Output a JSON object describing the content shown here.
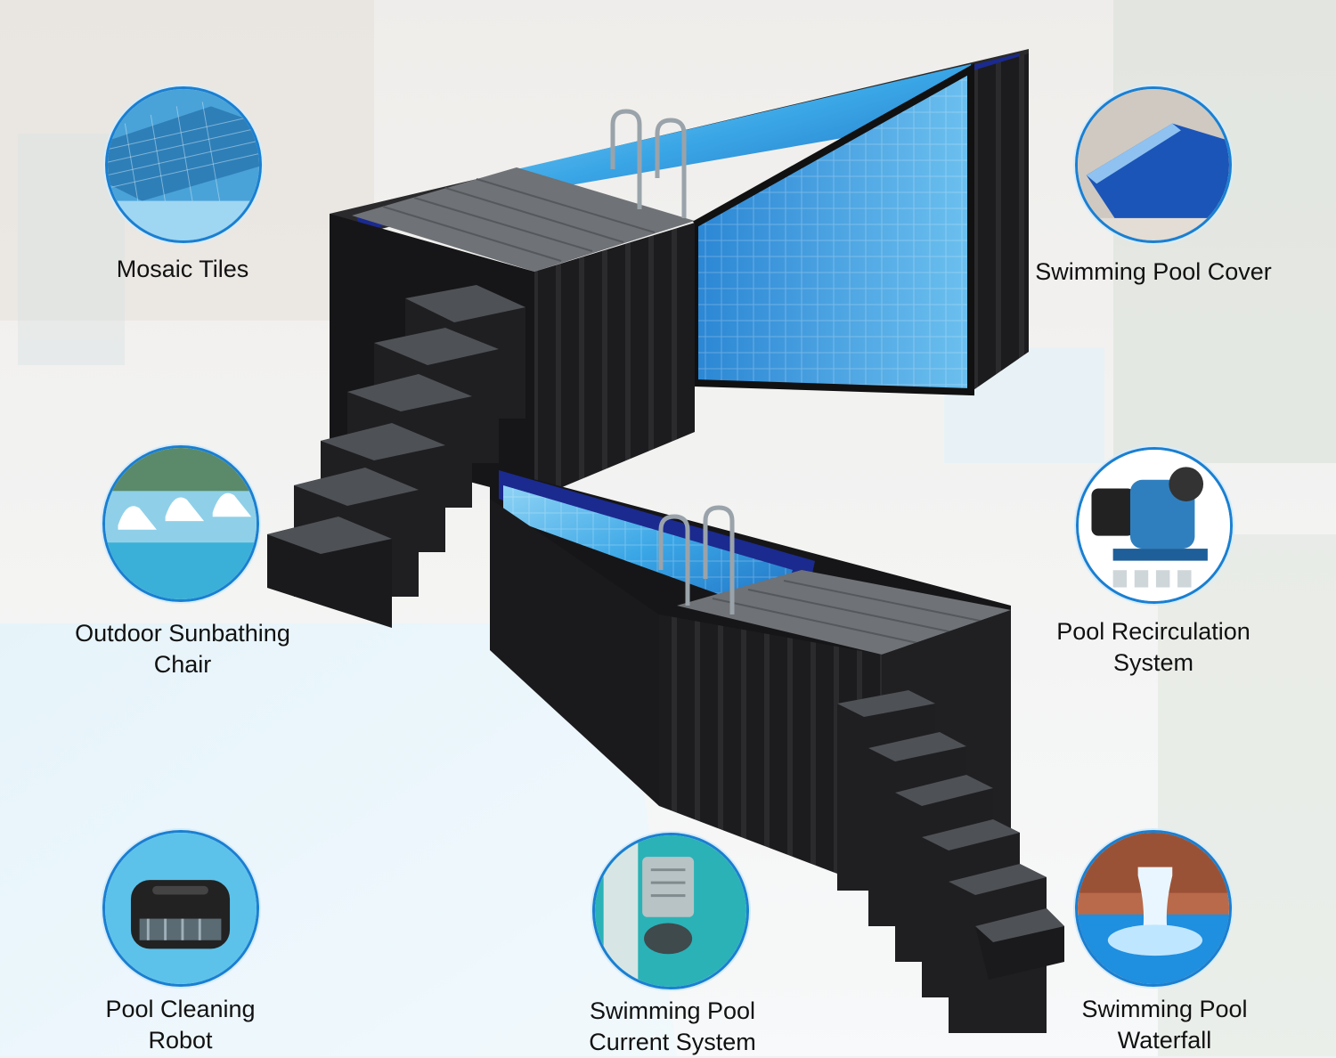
{
  "features": [
    {
      "id": "mosaic",
      "lines": [
        "Mosaic Tiles"
      ],
      "icon": "mosaic-tiles-icon"
    },
    {
      "id": "cover",
      "lines": [
        "Swimming Pool Cover"
      ],
      "icon": "pool-cover-icon"
    },
    {
      "id": "chair",
      "lines": [
        "Outdoor Sunbathing",
        "Chair"
      ],
      "icon": "sunbathing-chair-icon"
    },
    {
      "id": "recirc",
      "lines": [
        "Pool Recirculation",
        "System"
      ],
      "icon": "pool-pump-icon"
    },
    {
      "id": "robot",
      "lines": [
        "Pool Cleaning",
        "Robot"
      ],
      "icon": "cleaning-robot-icon"
    },
    {
      "id": "current",
      "lines": [
        "Swimming Pool",
        "Current System"
      ],
      "icon": "current-system-icon"
    },
    {
      "id": "waterfall",
      "lines": [
        "Swimming Pool",
        "Waterfall"
      ],
      "icon": "waterfall-icon"
    }
  ],
  "colors": {
    "accent": "#1a7fd1",
    "water": "#3aa6e6",
    "container": "#1c1c1e",
    "deck": "#6f7276"
  }
}
